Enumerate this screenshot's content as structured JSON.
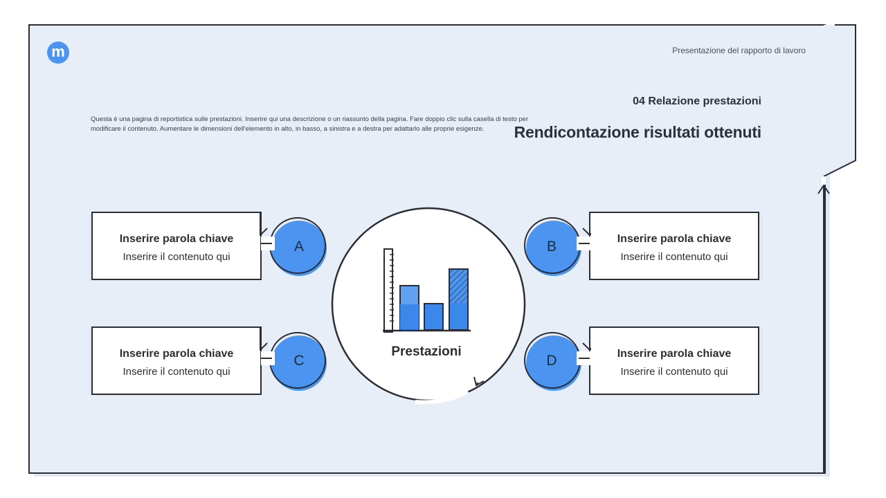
{
  "header": {
    "presentation_title": "Presentazione del rapporto di lavoro",
    "logo_letter": "m"
  },
  "section": {
    "label": "04 Relazione prestazioni",
    "title": "Rendicontazione risultati ottenuti"
  },
  "description": "Questa è una pagina di reportistica sulle prestazioni. Inserire qui una descrizione o un riassunto della pagina. Fare doppio clic sulla casella di testo per modificare il contenuto. Aumentare le dimensioni dell'elemento in alto, in basso, a sinistra e a destra per adattarlo alle proprie esigenze.",
  "center": {
    "label": "Prestazioni",
    "icon": "bar-chart-icon"
  },
  "items": [
    {
      "letter": "A",
      "keyword": "Inserire parola chiave",
      "content": "Inserire il contenuto qui"
    },
    {
      "letter": "B",
      "keyword": "Inserire parola chiave",
      "content": "Inserire il contenuto qui"
    },
    {
      "letter": "C",
      "keyword": "Inserire parola chiave",
      "content": "Inserire il contenuto qui"
    },
    {
      "letter": "D",
      "keyword": "Inserire parola chiave",
      "content": "Inserire il contenuto qui"
    }
  ],
  "colors": {
    "accent": "#4b95f0",
    "accent_light": "#5fa2f3",
    "background_panel": "#e8eef7",
    "stroke": "#2b2d33"
  }
}
